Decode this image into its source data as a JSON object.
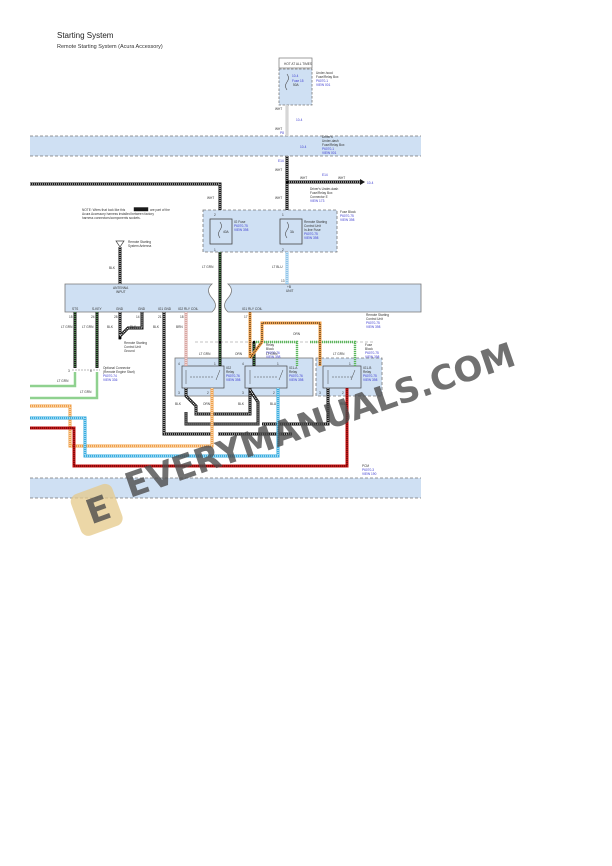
{
  "header": {
    "title": "Starting System",
    "subtitle": "Remote Starting System (Acura Accessory)"
  },
  "watermark": {
    "text": "EVERYMANUALS.COM",
    "logo_letter": "E"
  },
  "note": {
    "line1": "NOTE:  Wires that look like this",
    "line1b": "are part of the",
    "line2": "Acura Accessory harness installed between factory",
    "line3": "harness connectors/components sockets."
  },
  "power": {
    "hot_label": "HOT AT ALL TIMES",
    "underhood_box": {
      "name1": "Under-hood",
      "name2": "Fuse/Relay Box",
      "ref1": "P6070-1",
      "ref2": "VIEW 001"
    },
    "fuse15": {
      "name": "Fuse 15",
      "rating": "50A",
      "ref": "10-4"
    },
    "connector_ref": "10-4",
    "driver_box": {
      "name1": "Driver's",
      "name2": "Under-dash",
      "name3": "Fuse/Relay Box",
      "ref1": "P6070-1",
      "ref2": "VIEW 001",
      "ref": "10-4"
    },
    "connector_e14": "E14",
    "connector_e14_name1": "Driver's Under-dash",
    "connector_e14_name2": "Fuse/Relay Box",
    "connector_e14_name3": "Connector E",
    "connector_e14_view": "VIEW 173",
    "arrow_ref": "10-4",
    "wire_wht": "WHT",
    "pin_p8": "P8",
    "pin_e14": "E14"
  },
  "fuse_block": {
    "name": "Fuse Block",
    "ref1": "P6070-75",
    "ref2": "VIEW 398",
    "fuse_ig": {
      "name": "IG Fuse",
      "rating": "40A",
      "ref1": "P6070-75",
      "ref2": "VIEW 398",
      "pin_top": "2",
      "pin_bottom": "1"
    },
    "fuse_rs": {
      "name1": "Remote Starting",
      "name2": "Control Unit",
      "name3": "In-line Fuse",
      "rating": "3A",
      "ref1": "P6070-75",
      "ref2": "VIEW 398",
      "pin_top": "1",
      "pin_bottom": "2"
    },
    "wire_left": "LT GRN",
    "wire_right": "LT BLU"
  },
  "antenna": {
    "name1": "Remote Starting",
    "name2": "System Antenna",
    "wire": "BLK"
  },
  "control_unit": {
    "name1": "Remote Starting",
    "name2": "Control Unit",
    "ref1": "P6070-75",
    "ref2": "VIEW 398",
    "antenna_input_1": "ANTENNA",
    "antenna_input_2": "INPUT",
    "pin_top": "13",
    "pin_top_label": "+B",
    "pin_top_label2": "UNIT",
    "pins": [
      {
        "num": "15",
        "label": "STS",
        "wire": "LT GRN"
      },
      {
        "num": "24",
        "label": "S-KEY",
        "wire": "LT GRN"
      },
      {
        "num": "28",
        "label": "GND",
        "wire": "BLK"
      },
      {
        "num": "14",
        "label": "GND",
        "wire": "BLK"
      },
      {
        "num": "21",
        "label": "IG1 GND",
        "wire": "BLK"
      },
      {
        "num": "18",
        "label": "IG2 RLY COIL",
        "wire": "BRN"
      },
      {
        "num": "17",
        "label": "IG1 RLY COIL",
        "wire": "ORN"
      }
    ]
  },
  "ground": {
    "name1": "Remote Starting",
    "name2": "Control Unit",
    "name3": "Ground"
  },
  "optional_connector": {
    "name1": "Optional Connector",
    "name2": "(Remote Engine Start)",
    "ref1": "P6070-74",
    "ref2": "VIEW 336",
    "pin_left": "3",
    "pin_right": "6",
    "wire_left": "LT GRN",
    "wire_right": "LT GRN"
  },
  "relay_block": {
    "name1": "Relay",
    "name2": "Block",
    "ref1": "P6070-76",
    "ref2": "VIEW 398",
    "wire_orn": "ORN",
    "relays": [
      {
        "name": "IG2",
        "label": "Relay",
        "ref1": "P6070-76",
        "ref2": "VIEW 398",
        "pin_tl": "4",
        "pin_tr": "1",
        "pin_bl": "3",
        "pin_br": "2",
        "wire_top": "LT GRN",
        "wire_bl": "BLK",
        "wire_br": "ORN"
      },
      {
        "name": "IG1-A",
        "label": "Relay",
        "ref1": "P6070-76",
        "ref2": "VIEW 398",
        "pin_tl": "4",
        "pin_tr": "1",
        "pin_bl": "3",
        "pin_br": "2",
        "wire_top": "LT GRN",
        "wire_tl": "ORN",
        "wire_bl": "BLK",
        "wire_br": "BLU"
      }
    ]
  },
  "fuse_block_relay": {
    "name1": "Fuse",
    "name2": "Block",
    "ref1": "P6070-75",
    "ref2": "VIEW 398",
    "relay": {
      "name": "IG1-B",
      "label": "Relay",
      "ref1": "P6070-75",
      "ref2": "VIEW 398",
      "pin_tl": "5",
      "pin_tr": "1",
      "pin_bl": "3",
      "pin_br": "2",
      "wire_top": "LT GRN",
      "wire_br": "RED"
    }
  },
  "pcm": {
    "name": "PCM",
    "ref1": "P6070-3",
    "ref2": "VIEW 190"
  },
  "colors": {
    "module_fill": "#cfe0f3",
    "module_border": "#7a7a7a",
    "wire_black": "#1a1a1a",
    "wire_green": "#5cb85c",
    "wire_orange": "#f0a04a",
    "wire_blue": "#3aaee0",
    "wire_red": "#c41414",
    "wire_brown": "#d9a5a0",
    "wire_ltblue": "#8fc4ea",
    "ref_text": "#3a3ad0"
  }
}
